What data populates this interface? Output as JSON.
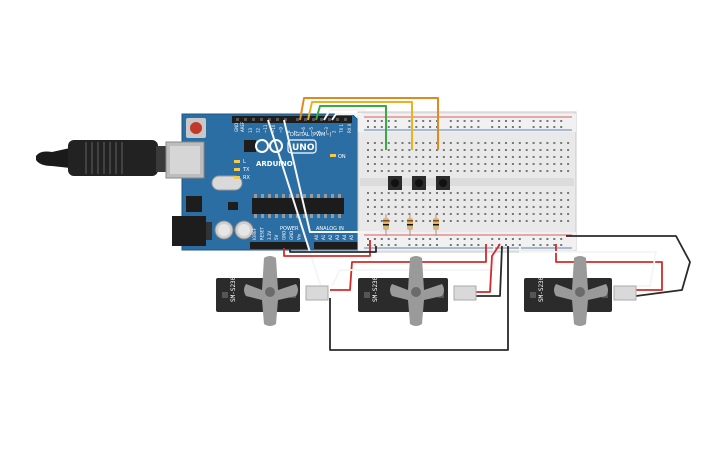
{
  "arduino": {
    "brand": "ARDUINO",
    "model": "UNO",
    "digital_header": "DIGITAL (PWM~)",
    "power_header": "POWER",
    "analog_header": "ANALOG IN",
    "on_label": "ON",
    "led_l": "L",
    "led_tx": "TX",
    "led_rx": "RX",
    "aref": "AREF",
    "gnd": "GND",
    "digital_pins": [
      "13",
      "12",
      "~11",
      "~10",
      "~9",
      "8",
      "7",
      "~6",
      "~5",
      "4",
      "~3",
      "2",
      "TX 1",
      "RX 0"
    ],
    "power_pins": [
      "IOREF",
      "RESET",
      "3.3V",
      "5V",
      "GND",
      "GND",
      "Vin"
    ],
    "analog_pins": [
      "A0",
      "A1",
      "A2",
      "A3",
      "A4",
      "A5"
    ]
  },
  "servos": [
    {
      "model": "SM-S2309S"
    },
    {
      "model": "SM-S2309S"
    },
    {
      "model": "SM-S2309S"
    }
  ],
  "colors": {
    "board": "#2b6ea4",
    "breadboard": "#e9e9e9",
    "wire_red": "#d22b2b",
    "wire_black": "#2a2a2a",
    "wire_green": "#3aa845",
    "wire_yellow": "#e8b321",
    "wire_orange": "#e08a1e",
    "servo_body": "#2b2b2b"
  }
}
